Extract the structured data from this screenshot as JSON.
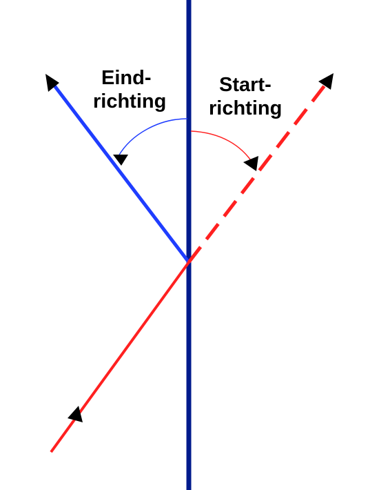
{
  "labels": {
    "end_line1": "Eind-",
    "end_line2": "richting",
    "start_line1": "Start-",
    "start_line2": "richting"
  },
  "colors": {
    "mirror": "#001a8c",
    "reflected_ray": "#1f3dff",
    "incident_ray": "#ff2020",
    "arrowhead": "#000000"
  }
}
